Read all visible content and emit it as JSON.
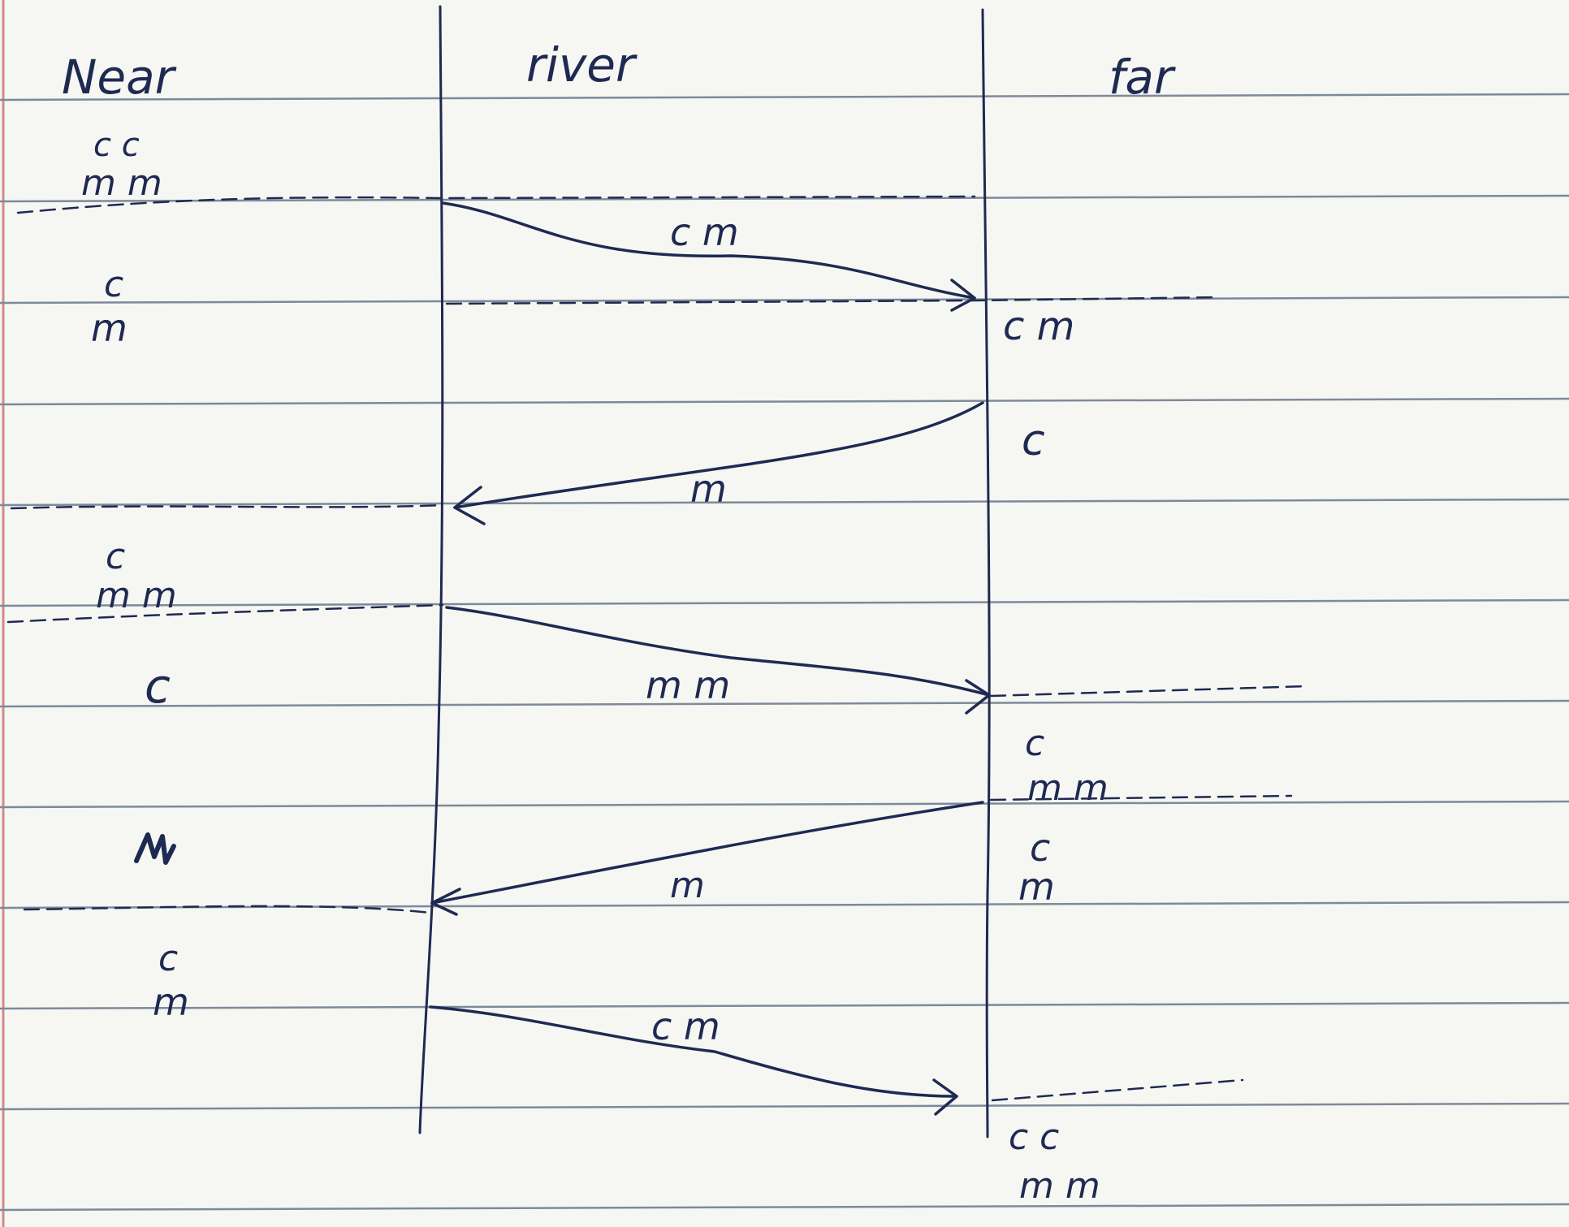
{
  "colors": {
    "paper": "#f6f6f3",
    "rule_line": "#7d8a99",
    "margin_line": "#d48a8a",
    "ink": "#1f2a52"
  },
  "columns": {
    "near": "Near",
    "river": "river",
    "far": "far"
  },
  "near_labels": [
    "c c",
    "m m",
    "c",
    "m",
    "c",
    "m m",
    "c",
    "c",
    "m"
  ],
  "far_labels": [
    "c m",
    "c",
    "c",
    "m m",
    "c",
    "m",
    "c c",
    "m m"
  ],
  "crossings": [
    {
      "direction": "to-far",
      "label": "c m"
    },
    {
      "direction": "to-near",
      "label": "m"
    },
    {
      "direction": "to-far",
      "label": "m m"
    },
    {
      "direction": "to-near",
      "label": "m"
    },
    {
      "direction": "to-far",
      "label": "c m"
    }
  ]
}
